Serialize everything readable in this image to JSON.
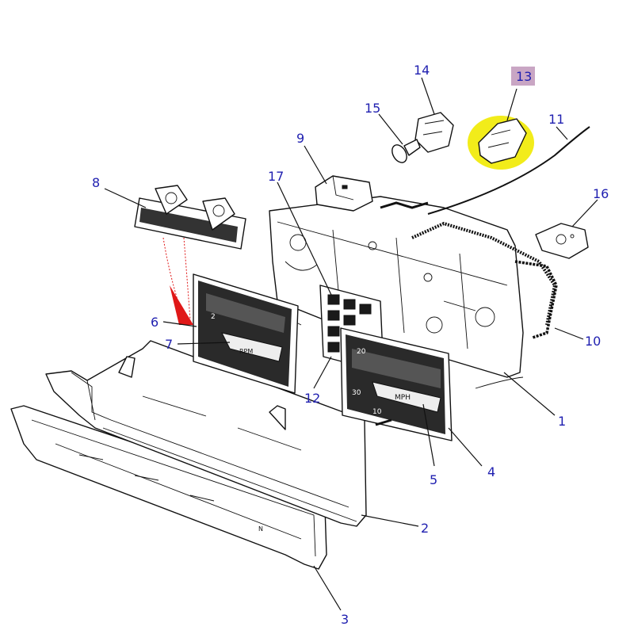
{
  "colors": {
    "callout_text": "#1f1fb0",
    "highlight_fill": "#f2ec1a",
    "highlight_box": "#c9a6c4",
    "arrow_red": "#e01818"
  },
  "callouts": [
    {
      "id": "1",
      "label": "1"
    },
    {
      "id": "2",
      "label": "2"
    },
    {
      "id": "3",
      "label": "3"
    },
    {
      "id": "4",
      "label": "4"
    },
    {
      "id": "5",
      "label": "5"
    },
    {
      "id": "6",
      "label": "6"
    },
    {
      "id": "7",
      "label": "7"
    },
    {
      "id": "8",
      "label": "8"
    },
    {
      "id": "9",
      "label": "9"
    },
    {
      "id": "10",
      "label": "10"
    },
    {
      "id": "11",
      "label": "11"
    },
    {
      "id": "12",
      "label": "12"
    },
    {
      "id": "13",
      "label": "13",
      "highlighted": true
    },
    {
      "id": "14",
      "label": "14"
    },
    {
      "id": "15",
      "label": "15"
    },
    {
      "id": "16",
      "label": "16"
    },
    {
      "id": "17",
      "label": "17"
    }
  ],
  "gauge_text": {
    "speedo_unit": "MPH",
    "tacho_unit": "RPM",
    "speedo_scale_top": "20",
    "speedo_scale_mid": "30",
    "speedo_scale_low": "10",
    "tacho_scale": "2"
  },
  "n_mark": "N"
}
